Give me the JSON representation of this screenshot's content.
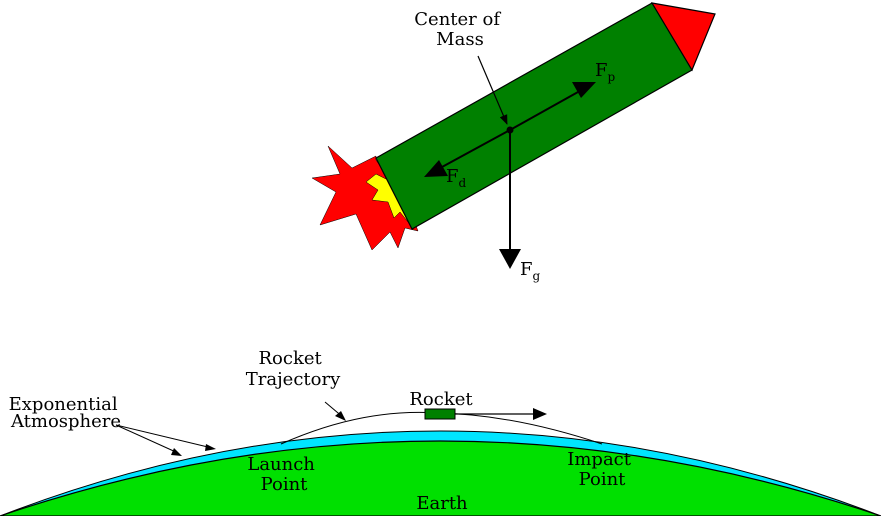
{
  "labels": {
    "center_of_mass_line1": "Center of",
    "center_of_mass_line2": "Mass",
    "force_propulsion": "F",
    "force_propulsion_sub": "p",
    "force_drag": "F",
    "force_drag_sub": "d",
    "force_gravity": "F",
    "force_gravity_sub": "g",
    "rocket_trajectory_line1": "Rocket",
    "rocket_trajectory_line2": "Trajectory",
    "exponential_atmosphere_line1": "Exponential",
    "exponential_atmosphere_line2": "Atmosphere",
    "rocket": "Rocket",
    "launch_point_line1": "Launch",
    "launch_point_line2": "Point",
    "impact_point_line1": "Impact",
    "impact_point_line2": "Point",
    "earth": "Earth"
  },
  "colors": {
    "rocket_body": "#008000",
    "rocket_nose": "#ff0000",
    "flame_outer": "#ff0000",
    "flame_inner": "#ffff00",
    "earth": "#00e000",
    "atmosphere": "#00e5ff",
    "outline": "#000000"
  }
}
